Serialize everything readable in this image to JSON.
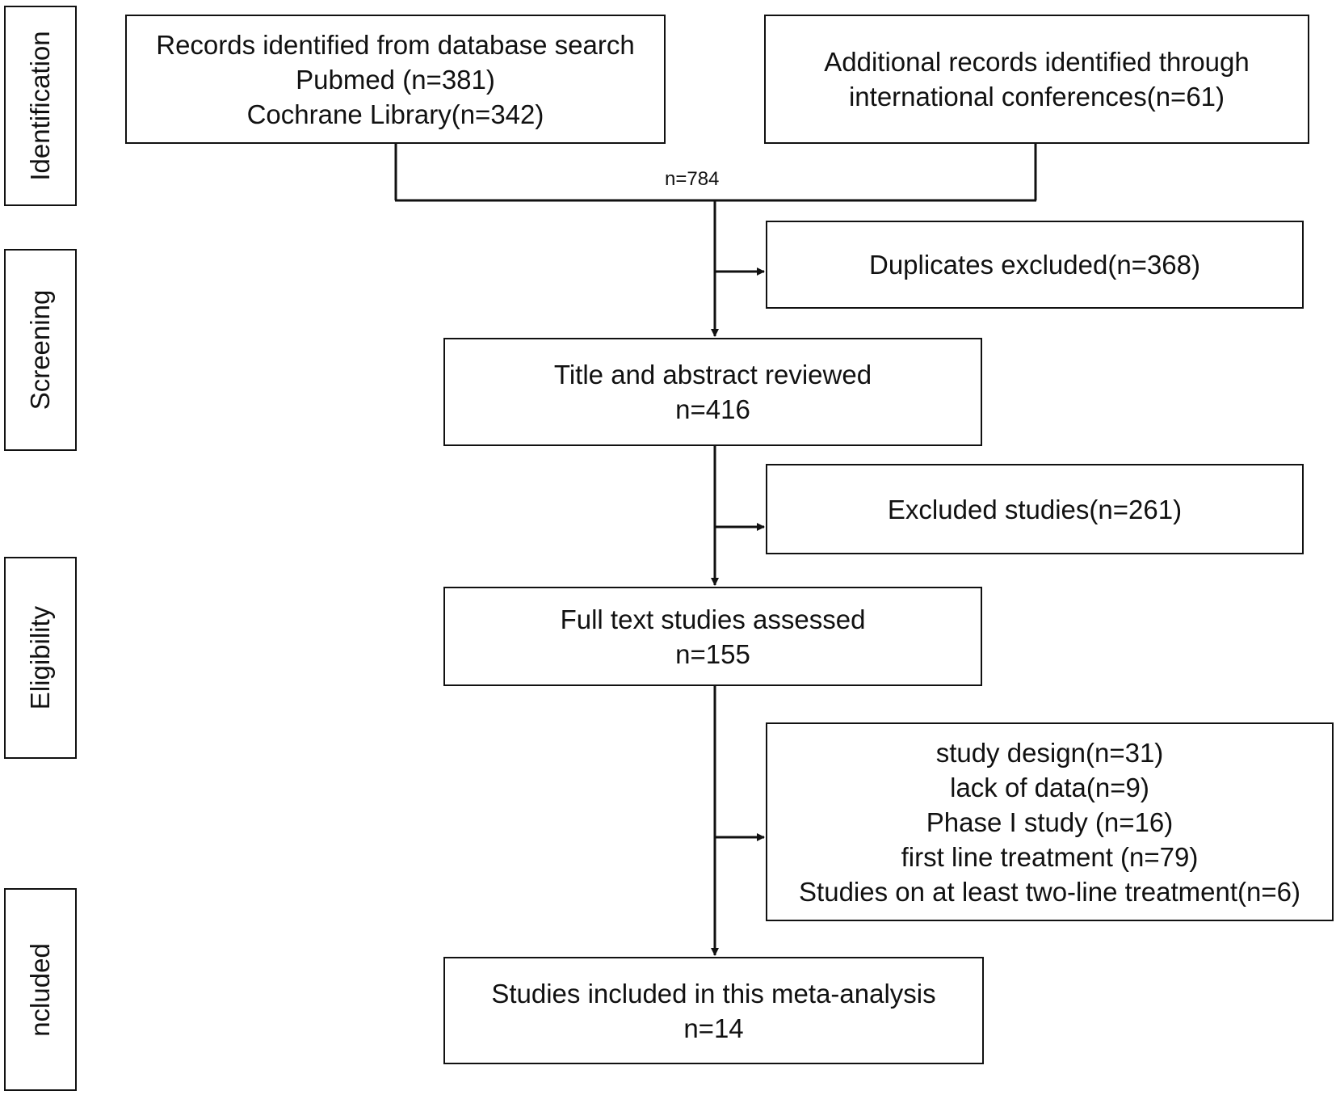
{
  "stages": {
    "identification": "Identification",
    "screening": "Screening",
    "eligibility": "Eligibility",
    "included": "ncluded"
  },
  "boxes": {
    "database_search": [
      "Records identified from database search",
      "Pubmed (n=381)",
      "Cochrane Library(n=342)"
    ],
    "additional_records": [
      "Additional records identified through",
      "international conferences(n=61)"
    ],
    "duplicates_excluded": [
      "Duplicates excluded(n=368)"
    ],
    "title_abstract": [
      "Title and abstract reviewed",
      "n=416"
    ],
    "excluded_studies": [
      "Excluded studies(n=261)"
    ],
    "full_text": [
      "Full text studies assessed",
      "n=155"
    ],
    "fulltext_exclusions": [
      "study design(n=31)",
      "lack of data(n=9)",
      "Phase I study (n=16)",
      "first line treatment (n=79)",
      "Studies on at least two-line treatment(n=6)"
    ],
    "included_studies": [
      "Studies included in this meta-analysis",
      "n=14"
    ]
  },
  "merge_label": "n=784",
  "colors": {
    "line": "#111111",
    "background": "#ffffff"
  }
}
